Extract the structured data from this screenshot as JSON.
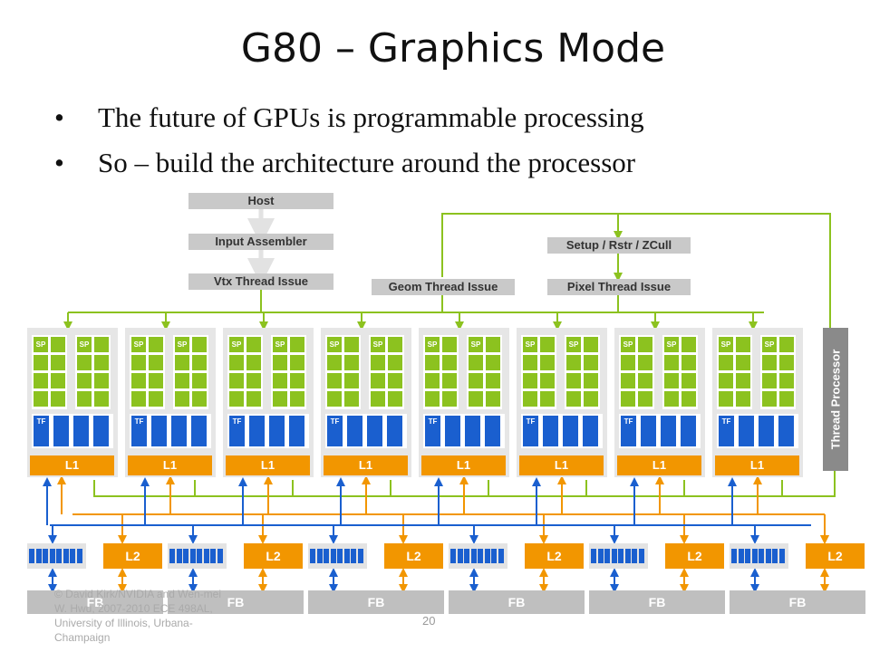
{
  "slide": {
    "title": "G80 – Graphics Mode",
    "bullets": [
      "The future of GPUs is programmable processing",
      "So – build the architecture around the processor"
    ],
    "footer": "© David Kirk/NVIDIA and Wen-mei W. Hwu, 2007-2010 ECE 498AL, University of Illinois, Urbana-Champaign",
    "page_number": "20"
  },
  "diagram": {
    "host": "Host",
    "input_assembler": "Input Assembler",
    "vtx_thread_issue": "Vtx Thread Issue",
    "geom_thread_issue": "Geom Thread Issue",
    "setup": "Setup / Rstr / ZCull",
    "pixel_thread_issue": "Pixel Thread Issue",
    "thread_processor": "Thread Processor",
    "sp_label": "SP",
    "tf_label": "TF",
    "l1_label": "L1",
    "l2_label": "L2",
    "fb_label": "FB",
    "cluster_count": 8,
    "partition_count": 6,
    "colors": {
      "green": "#8cc21f",
      "orange": "#f29600",
      "blue": "#1a5fcf",
      "gray_box": "#c9c9c9",
      "fb_gray": "#bfbfbf",
      "cluster_bg": "#e6e6e6",
      "thread_processor": "#8a8a8a"
    }
  }
}
